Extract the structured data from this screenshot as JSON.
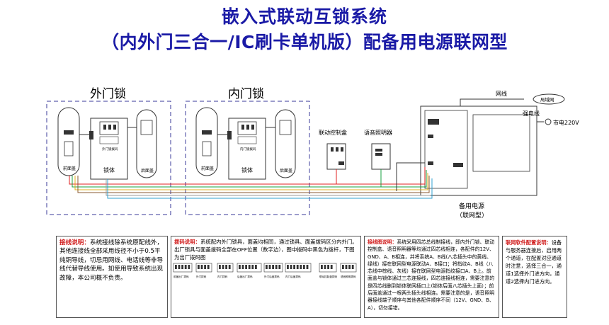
{
  "title": {
    "line1": "嵌入式联动互锁系统",
    "line2": "（内外门三合一/IC刷卡单机版）配备用电源联网型"
  },
  "outer_lock": {
    "heading": "外门锁",
    "front_cover": "前面盖",
    "lock_body": "锁体",
    "back_cover": "后面盖",
    "dip_label": "外门锁拨码"
  },
  "inner_lock": {
    "heading": "内门锁",
    "front_cover": "前面盖",
    "lock_body": "锁体",
    "back_cover": "后面盖",
    "dip_label": "内门锁拨码"
  },
  "devices": {
    "control_box": "联动控制盒",
    "voice_light": "语音照明器",
    "power_supply_line1": "备用电源",
    "power_supply_line2": "（联网型）",
    "network_line": "网线",
    "lan": "局域网",
    "strong_wire": "强电线",
    "mains": "市电220V"
  },
  "notes": {
    "wiring": {
      "heading": "接线说明：",
      "text": "系统接线除系统原配线外，其他连接线全部采用线径不小于0.5平纯铜导线，切忌用网线、电话线等非导线代替导线使用。如使用导致系统出现故障，本公司概不负责。"
    },
    "dip": {
      "heading": "拨码说明：",
      "text": "系统配内外门锁具，面盖均相同，通过锁具、面盖拨码区分内外门。出厂锁具与面盖拨码全部在OFF位置（数字边），图中拨码中黑色为拨杆，下图为出厂拨码图"
    },
    "diagram": {
      "heading": "接线图说明：",
      "text": "系统采用四芯总线制接线，即内外门锁、联动控制盒、语音照明器等均通过四芯线相连，各配件的12V、GND、A、B相连，并将系统A、B线(八芯插头中的黄线、绿线）接在联网型电源联动A、B接口；将指纹A、B线（八芯线中棕线、灰线）接在联网型电源指纹接口A、B上。前面盖与锁体通过三芯连接线，四芯连接线相连，需要注意的是四芯线删到锁体联网插口上(锁体后面八芯插头上面）；前后面盖通过一根两头插头线相连。需要注意的是，语音照明器接线端子顺序与其他各配件顺序不同（12V、GND、B、A），切勿接错。"
    },
    "software": {
      "heading": "联网软件配置说明：",
      "text": "设备与服务器连接后，启用两个通道，在配置对应通道时注意，选择三合一，通道1选择外门进方向，通道2选择内门进方向。"
    }
  },
  "dip_captions": [
    "前盖出厂拨码",
    "外门拨码",
    "内门拨码",
    "后盖出厂拨码",
    "外门后盖拨码",
    "内门后盖拨码",
    "联动控制盒拨码",
    "语音照明拨码"
  ],
  "colors": {
    "title": "#1a1aa6",
    "frame": "#3a3a9a",
    "red": "#e02020",
    "green": "#1aa040",
    "yellow": "#e0b020",
    "brown": "#8a5a30",
    "gray": "#9a9a9a",
    "cyan": "#30a0d0"
  }
}
